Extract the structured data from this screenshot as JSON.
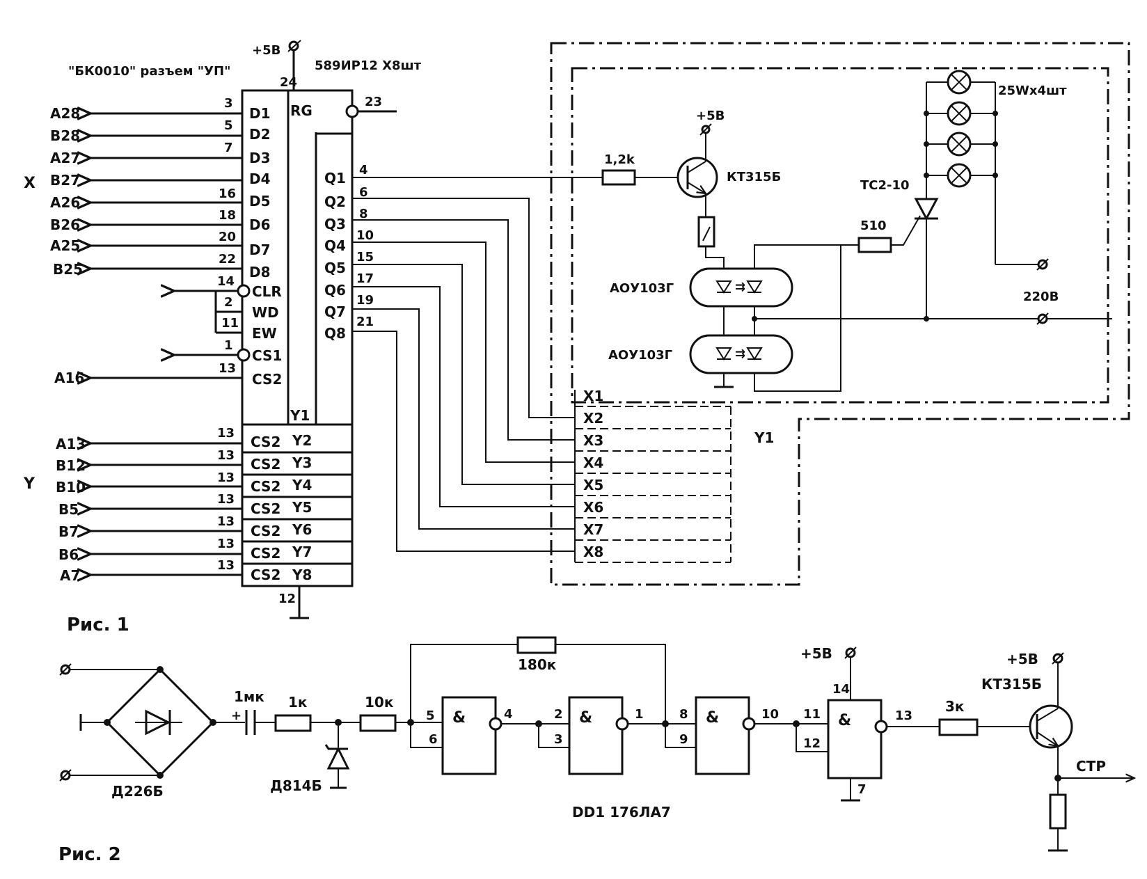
{
  "fig1": {
    "caption": "Рис. 1",
    "connector_title": "\"БК0010\" разъем \"УП\"",
    "supply_label": "+5В",
    "chip_label": "589ИР12 X8шт",
    "rg_label": "RG",
    "pin_vcc": "24",
    "pin_out23": "23",
    "pin_gnd": "12",
    "x_group": "X",
    "y_group": "Y",
    "y1_label": "Y1",
    "data_inputs": [
      {
        "signal": "A28",
        "pin": "3",
        "input": "D1"
      },
      {
        "signal": "B28",
        "pin": "5",
        "input": "D2"
      },
      {
        "signal": "A27",
        "pin": "7",
        "input": "D3"
      },
      {
        "signal": "B27",
        "pin": "",
        "input": "D4"
      },
      {
        "signal": "A26",
        "pin": "16",
        "input": "D5"
      },
      {
        "signal": "B26",
        "pin": "18",
        "input": "D6"
      },
      {
        "signal": "A25",
        "pin": "20",
        "input": "D7"
      },
      {
        "signal": "B25",
        "pin": "22",
        "input": "D8"
      }
    ],
    "control_inputs": [
      {
        "signal": "",
        "pin": "14",
        "input": "CLR"
      },
      {
        "signal": "",
        "pin": "2",
        "input": "WD"
      },
      {
        "signal": "",
        "pin": "11",
        "input": "EW"
      },
      {
        "signal": "",
        "pin": "1",
        "input": "CS1"
      },
      {
        "signal": "A16",
        "pin": "13",
        "input": "CS2"
      }
    ],
    "outputs": [
      {
        "pin": "4",
        "label": "Q1"
      },
      {
        "pin": "6",
        "label": "Q2"
      },
      {
        "pin": "8",
        "label": "Q3"
      },
      {
        "pin": "10",
        "label": "Q4"
      },
      {
        "pin": "15",
        "label": "Q5"
      },
      {
        "pin": "17",
        "label": "Q6"
      },
      {
        "pin": "19",
        "label": "Q7"
      },
      {
        "pin": "21",
        "label": "Q8"
      }
    ],
    "y_rows": [
      {
        "signal": "A13",
        "pin": "13",
        "cs": "CS2",
        "y": "Y2"
      },
      {
        "signal": "B12",
        "pin": "13",
        "cs": "CS2",
        "y": "Y3"
      },
      {
        "signal": "B10",
        "pin": "13",
        "cs": "CS2",
        "y": "Y4"
      },
      {
        "signal": "B5",
        "pin": "13",
        "cs": "CS2",
        "y": "Y5"
      },
      {
        "signal": "B7",
        "pin": "13",
        "cs": "CS2",
        "y": "Y6"
      },
      {
        "signal": "B6",
        "pin": "13",
        "cs": "CS2",
        "y": "Y7"
      },
      {
        "signal": "A7",
        "pin": "13",
        "cs": "CS2",
        "y": "Y8"
      }
    ],
    "x_bus": [
      "X1",
      "X2",
      "X3",
      "X4",
      "X5",
      "X6",
      "X7",
      "X8"
    ],
    "y_bus_label": "Y1",
    "cell": {
      "supply": "+5В",
      "base_resistor": "1,2k",
      "transistor": "КТ315Б",
      "optocoupler_1": "АОУ103Г",
      "optocoupler_2": "АОУ103Г",
      "gate_resistor": "510",
      "triac": "ТС2-10",
      "lamps": "25Wx4шт",
      "mains": "220В"
    }
  },
  "fig2": {
    "caption": "Рис. 2",
    "bridge": "Д226Б",
    "capacitor": "1мк",
    "cap_polarity": "+",
    "resistor_1": "1к",
    "zener": "Д814Б",
    "resistor_2": "10к",
    "feedback_resistor": "180к",
    "gate_symbol": "&",
    "chip": "DD1 176ЛА7",
    "gate_pins": {
      "g1_in_a": "5",
      "g1_in_b": "6",
      "g1_out": "4",
      "g2_in_a": "2",
      "g2_in_b": "3",
      "g2_out": "1",
      "g3_in_a": "8",
      "g3_in_b": "9",
      "g3_out": "10",
      "g4_in_a": "11",
      "g4_in_b": "12",
      "g4_out": "13",
      "vcc": "14",
      "gnd": "7"
    },
    "supply_gate": "+5В",
    "supply_transistor": "+5В",
    "resistor_3": "3к",
    "transistor": "КТ315Б",
    "output": "СТР"
  }
}
